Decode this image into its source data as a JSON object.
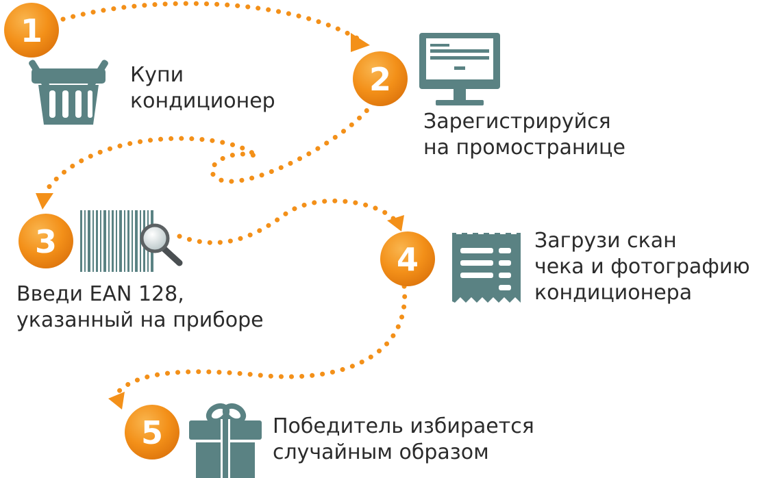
{
  "colors": {
    "accent": "#f39019",
    "accent_light": "#f7b04a",
    "icon": "#5a8283",
    "text": "#2b2b2b"
  },
  "steps": [
    {
      "number": "1",
      "icon": "basket-icon",
      "lines": [
        "Купи",
        "кондиционер"
      ]
    },
    {
      "number": "2",
      "icon": "monitor-icon",
      "lines": [
        "Зарегистрируйся",
        "на промостранице"
      ]
    },
    {
      "number": "3",
      "icon": "barcode-search-icon",
      "lines": [
        "Введи EAN 128,",
        "указанный на приборе"
      ]
    },
    {
      "number": "4",
      "icon": "receipt-icon",
      "lines": [
        "Загрузи скан",
        "чека и фотографию",
        "кондиционера"
      ]
    },
    {
      "number": "5",
      "icon": "gift-icon",
      "lines": [
        "Победитель избирается",
        "случайным образом"
      ]
    }
  ]
}
